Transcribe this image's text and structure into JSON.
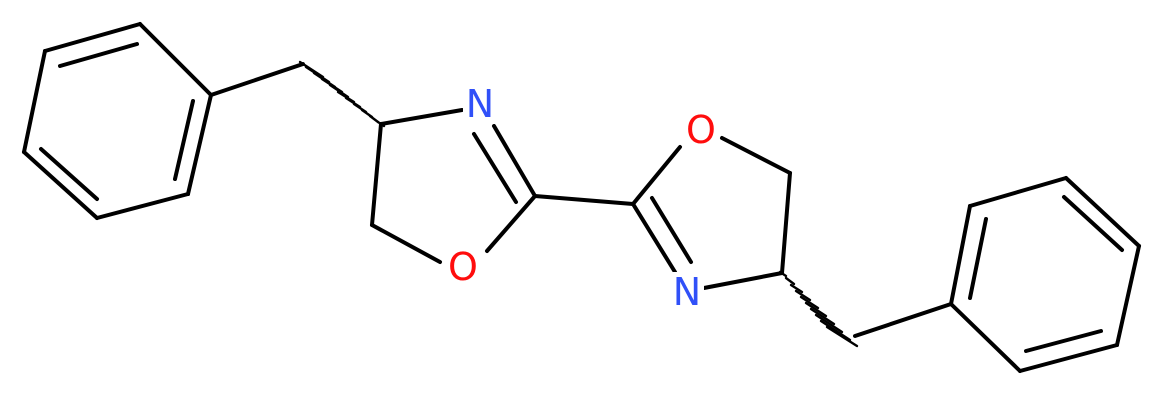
{
  "molecule": {
    "atoms": [
      {
        "id": "n1",
        "symbol": "N",
        "color": "#3050F8"
      },
      {
        "id": "o1",
        "symbol": "O",
        "color": "#FF0D0D"
      },
      {
        "id": "o2",
        "symbol": "O",
        "color": "#FF0D0D"
      },
      {
        "id": "n2",
        "symbol": "N",
        "color": "#3050F8"
      }
    ],
    "bond_color": "#000000",
    "background": "#ffffff"
  }
}
